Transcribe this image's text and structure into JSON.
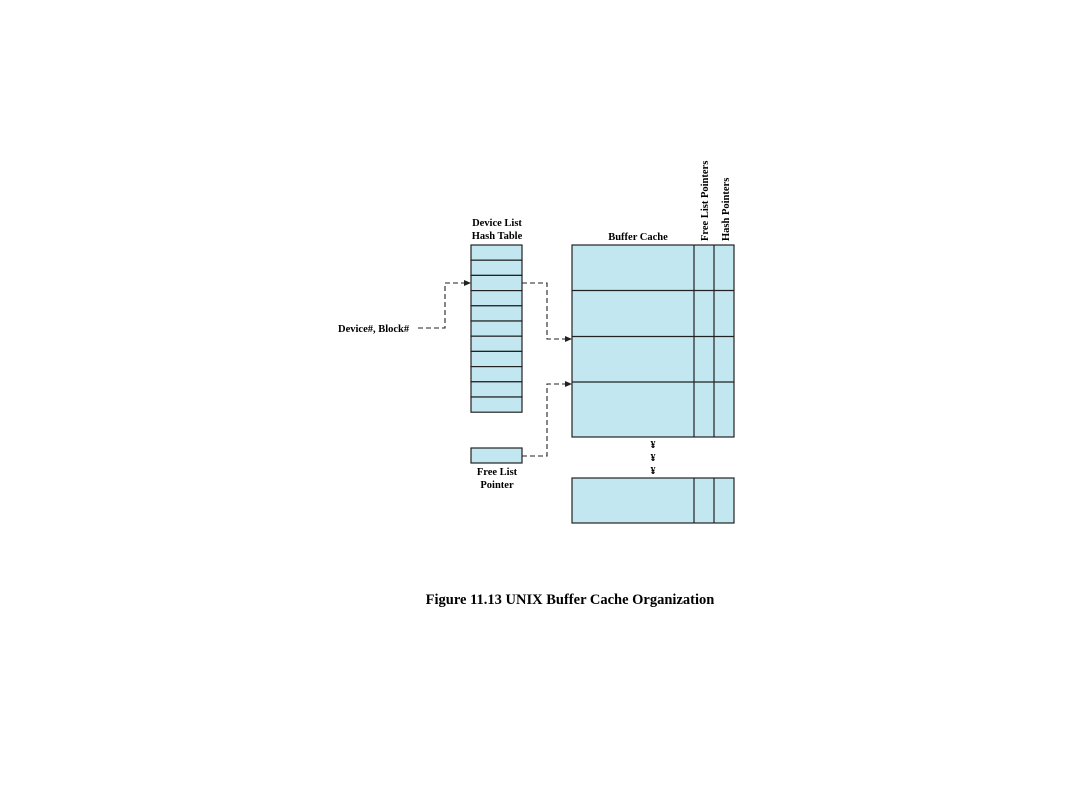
{
  "labels": {
    "hash_table_line1": "Device List",
    "hash_table_line2": "Hash Table",
    "buffer_cache": "Buffer Cache",
    "free_list_pointers": "Free List Pointers",
    "hash_pointers": "Hash Pointers",
    "device_block": "Device#, Block#",
    "free_list_pointer_line1": "Free List",
    "free_list_pointer_line2": "Pointer",
    "ellipsis_marks": [
      "¥",
      "¥",
      "¥"
    ]
  },
  "caption": "Figure 11.13  UNIX Buffer Cache Organization",
  "colors": {
    "cell_fill": "#c3e7f0",
    "stroke": "#222222"
  }
}
